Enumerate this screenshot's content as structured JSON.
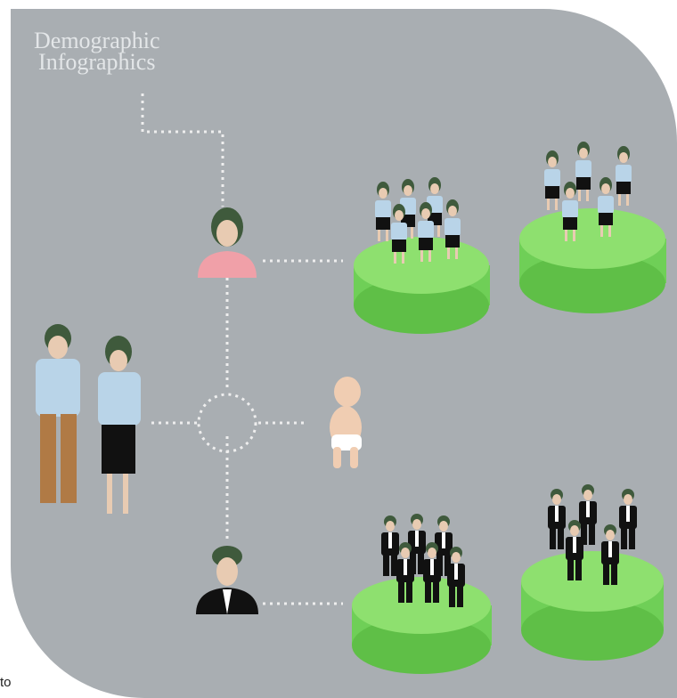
{
  "title": {
    "line1": "Demographic",
    "line2": "Infographics"
  },
  "stray_text": "to",
  "colors": {
    "background": "#a9aeb2",
    "platform": "#6fcf57",
    "platform_top": "#8ee06f",
    "connector": "#eeeeee",
    "shirt_blue": "#b9d4e8",
    "skirt": "#111111",
    "hair": "#3f5a3c",
    "skin": "#e8cbb2",
    "pink_top": "#f0a0a8"
  },
  "nodes": [
    {
      "name": "female-avatar",
      "icon": "woman-icon"
    },
    {
      "name": "couple",
      "icon": "couple-icon"
    },
    {
      "name": "hub",
      "icon": "dotted-circle"
    },
    {
      "name": "baby",
      "icon": "baby-icon"
    },
    {
      "name": "male-avatar",
      "icon": "man-icon"
    },
    {
      "name": "platform-women-uniform",
      "icon": "women-group-icon"
    },
    {
      "name": "platform-women-diverse",
      "icon": "diverse-women-group-icon"
    },
    {
      "name": "platform-men-uniform",
      "icon": "men-group-icon"
    },
    {
      "name": "platform-men-diverse",
      "icon": "diverse-men-group-icon"
    }
  ]
}
